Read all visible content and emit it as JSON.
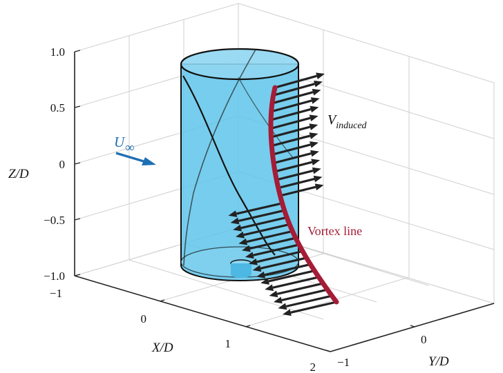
{
  "axes": {
    "z_label": "Z/D",
    "x_label": "X/D",
    "y_label": "Y/D",
    "z_ticks": [
      "1.0",
      "0.5",
      "0",
      "−0.5",
      "−1.0"
    ],
    "x_ticks": [
      "−1",
      "0",
      "1",
      "2"
    ],
    "y_ticks": [
      "−1",
      "0"
    ]
  },
  "annotations": {
    "freestream_base": "U",
    "freestream_sub": "∞",
    "induced_base": "V",
    "induced_sub": "induced",
    "vortex_line": "Vortex line"
  },
  "colors": {
    "cylinder_fill": "#5fc4ea",
    "cylinder_top": "#8fd6f1",
    "vortex_line": "#a51c36",
    "freestream": "#1f6fb4",
    "arrows": "#222222"
  },
  "induced_arrow_count": 30
}
